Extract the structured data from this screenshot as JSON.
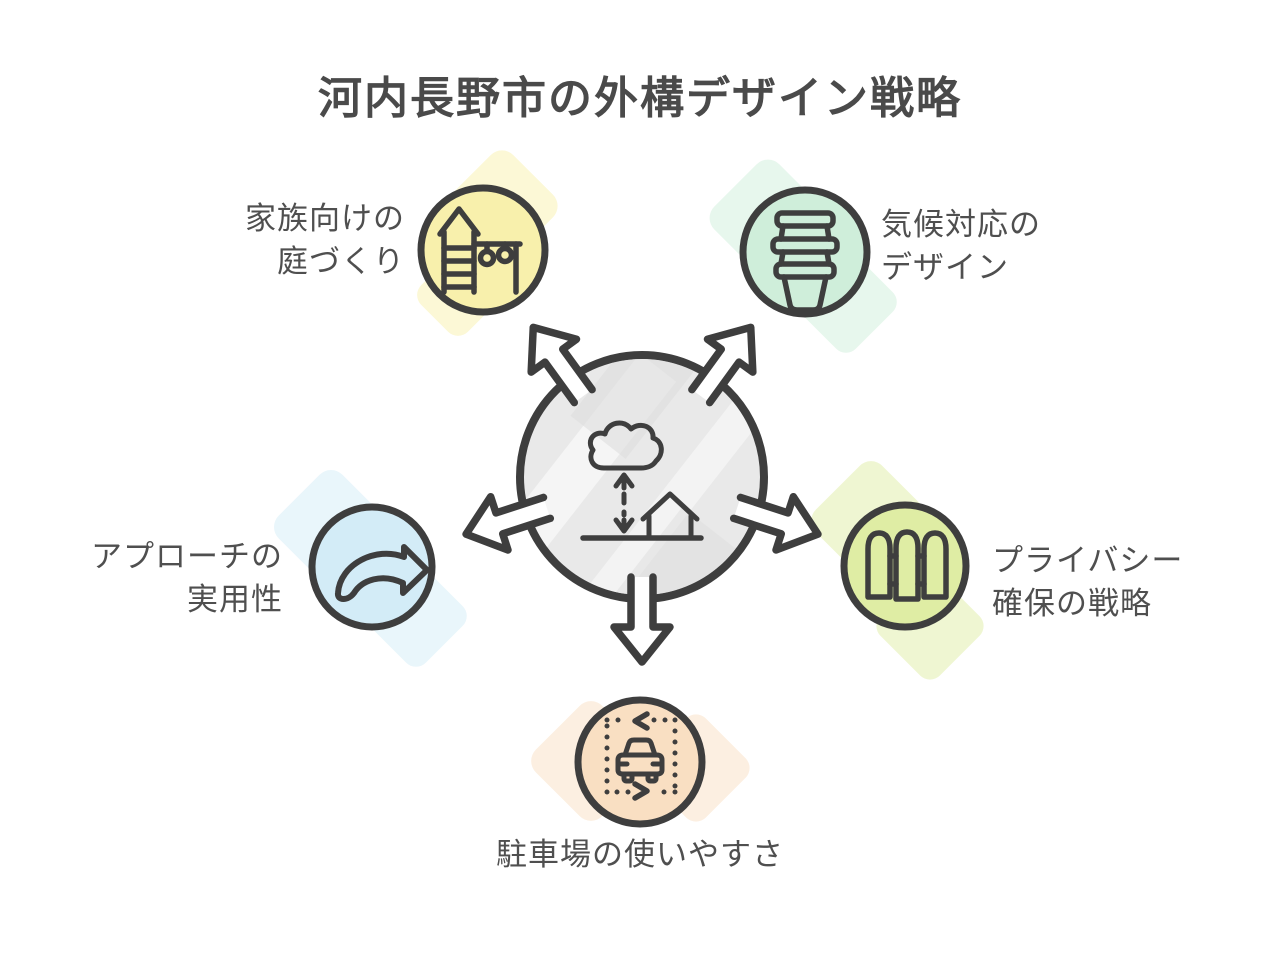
{
  "title": "河内長野市の外構デザイン戦略",
  "theme": {
    "ink": "#3e3e3e",
    "text_color": "#4f4f4f",
    "hub_fill": "#e9e9e9",
    "background": "#ffffff"
  },
  "hub": {
    "description_icons": [
      "cloud-icon",
      "up-down-dashed-arrow-icon",
      "house-icon",
      "ground-line"
    ],
    "arrow_count": 5
  },
  "nodes": [
    {
      "id": "family-garden",
      "label": "家族向けの\n庭づくり",
      "color": "#f8f0ac",
      "icon": "playground-icon",
      "position": "top-left"
    },
    {
      "id": "climate-design",
      "label": "気候対応の\nデザイン",
      "color": "#cfeeda",
      "icon": "stacked-pots-icon",
      "position": "top-right"
    },
    {
      "id": "approach-practicality",
      "label": "アプローチの\n実用性",
      "color": "#d3ecf7",
      "icon": "curved-arrow-icon",
      "position": "left"
    },
    {
      "id": "privacy-strategy",
      "label": "プライバシー\n確保の戦略",
      "color": "#dfeda4",
      "icon": "fence-icon",
      "position": "right"
    },
    {
      "id": "parking-usability",
      "label": "駐車場の使いやすさ",
      "color": "#f9dfc2",
      "icon": "car-parking-icon",
      "position": "bottom"
    }
  ]
}
